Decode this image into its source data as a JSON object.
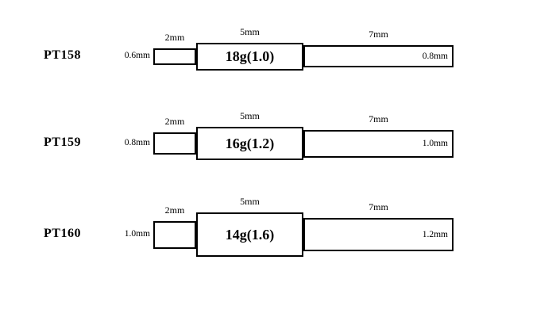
{
  "colors": {
    "background": "#ffffff",
    "line": "#000000",
    "text": "#000000"
  },
  "rows": [
    {
      "part": "PT158",
      "tip_diameter": "0.6mm",
      "segments": [
        {
          "length_label": "2mm",
          "length_mm": 2,
          "diameter_mm": 0.6
        },
        {
          "length_label": "5mm",
          "length_mm": 5,
          "diameter_mm": 1.0,
          "gauge_label": "18g(1.0)"
        },
        {
          "length_label": "7mm",
          "length_mm": 7,
          "diameter_mm": 0.8,
          "diameter_label": "0.8mm"
        }
      ]
    },
    {
      "part": "PT159",
      "tip_diameter": "0.8mm",
      "segments": [
        {
          "length_label": "2mm",
          "length_mm": 2,
          "diameter_mm": 0.8
        },
        {
          "length_label": "5mm",
          "length_mm": 5,
          "diameter_mm": 1.2,
          "gauge_label": "16g(1.2)"
        },
        {
          "length_label": "7mm",
          "length_mm": 7,
          "diameter_mm": 1.0,
          "diameter_label": "1.0mm"
        }
      ]
    },
    {
      "part": "PT160",
      "tip_diameter": "1.0mm",
      "segments": [
        {
          "length_label": "2mm",
          "length_mm": 2,
          "diameter_mm": 1.0
        },
        {
          "length_label": "5mm",
          "length_mm": 5,
          "diameter_mm": 1.6,
          "gauge_label": "14g(1.6)"
        },
        {
          "length_label": "7mm",
          "length_mm": 7,
          "diameter_mm": 1.2,
          "diameter_label": "1.2mm"
        }
      ]
    }
  ]
}
